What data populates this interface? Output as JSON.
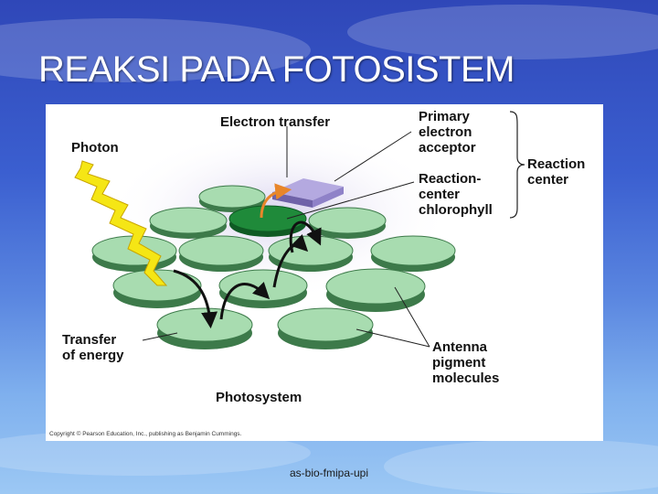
{
  "slide": {
    "title": "REAKSI PADA FOTOSISTEM",
    "footer": "as-bio-fmipa-upi"
  },
  "diagram": {
    "labels": {
      "electron_transfer": "Electron transfer",
      "photon": "Photon",
      "primary_acceptor_1": "Primary",
      "primary_acceptor_2": "electron",
      "primary_acceptor_3": "acceptor",
      "rc_chlorophyll_1": "Reaction-",
      "rc_chlorophyll_2": "center",
      "rc_chlorophyll_3": "chlorophyll",
      "reaction_center_1": "Reaction",
      "reaction_center_2": "center",
      "transfer_energy_1": "Transfer",
      "transfer_energy_2": "of energy",
      "antenna_1": "Antenna",
      "antenna_2": "pigment",
      "antenna_3": "molecules",
      "photosystem": "Photosystem",
      "copyright": "Copyright © Pearson Education, Inc., publishing as Benjamin Cummings."
    },
    "colors": {
      "disc_fill": "#a8dcb0",
      "disc_edge": "#3d7a4a",
      "rc_fill": "#1f8a3a",
      "acceptor_fill": "#8f82c8",
      "photon_fill": "#f5e615",
      "halo": "#e6e2f2"
    }
  }
}
